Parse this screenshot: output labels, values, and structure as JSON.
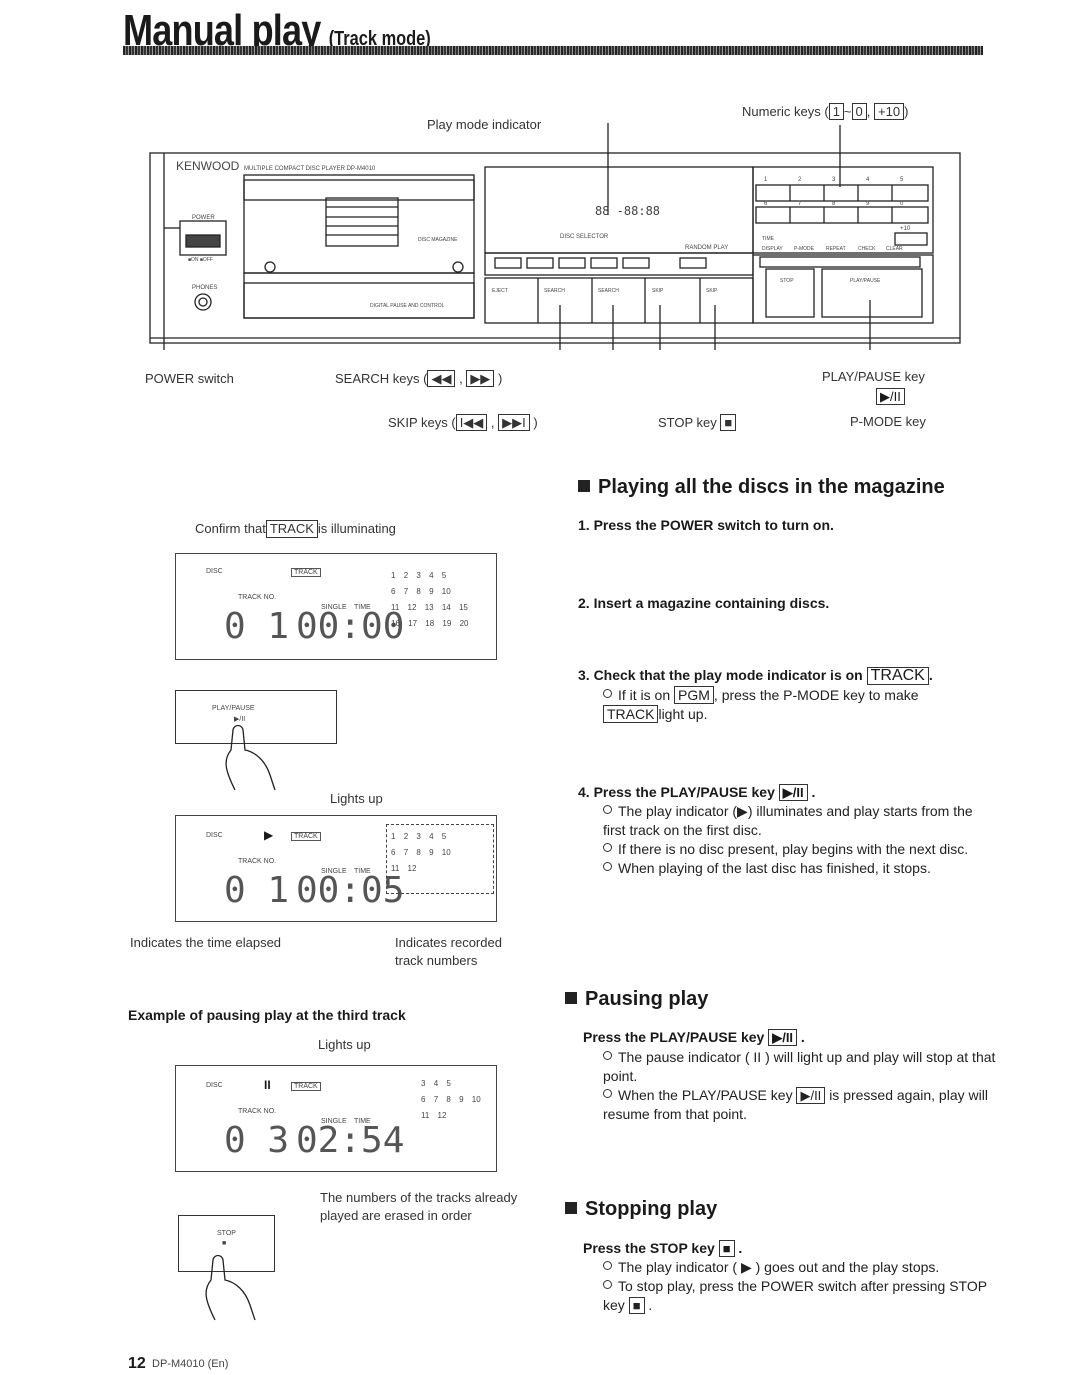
{
  "page": {
    "title": "Manual play",
    "subtitle": "(Track mode)",
    "footer_page": "12",
    "footer_model": "DP-M4010 (En)"
  },
  "device": {
    "brand": "KENWOOD",
    "model_text": "MULTIPLE COMPACT DISC PLAYER DP-M4010",
    "power": "POWER",
    "power_sub": "■ON ■OFF",
    "phones": "PHONES",
    "disc_magazine": "DISC MAGAZINE",
    "digital_pause": "DIGITAL PAUSE AND CONTROL",
    "disc_selector": "DISC SELECTOR",
    "random_play": "RANDOM PLAY",
    "transport_labels": [
      "EJECT",
      "SEARCH",
      "SEARCH",
      "SKIP",
      "SKIP"
    ],
    "right_labels": [
      "TIME",
      "DISPLAY",
      "P-MODE",
      "REPEAT",
      "CHECK",
      "CLEAR"
    ],
    "stop": "STOP",
    "play_pause": "PLAY/PAUSE",
    "numeric_row1": [
      "1",
      "2",
      "3",
      "4",
      "5"
    ],
    "numeric_row2": [
      "6",
      "7",
      "8",
      "9",
      "0"
    ],
    "plus10": "+10",
    "lcd_digits": "88 -88:88"
  },
  "callouts": {
    "play_mode_indicator": "Play mode indicator",
    "numeric_keys": "Numeric keys (",
    "numeric_keys_1": "1",
    "numeric_keys_tilde": "~",
    "numeric_keys_0": "0",
    "numeric_keys_comma": ",",
    "numeric_keys_plus10": "+10",
    "numeric_keys_close": ")",
    "power_switch": "POWER switch",
    "search_keys": "SEARCH keys (",
    "search_keys_end": ")",
    "skip_keys": "SKIP keys (",
    "skip_keys_end": ")",
    "play_pause_key": "PLAY/PAUSE key",
    "play_pause_symbol": "▶/II",
    "stop_key": "STOP key",
    "pmode_key": "P-MODE key"
  },
  "display1": {
    "confirm_text_a": "Confirm that",
    "confirm_track": "TRACK",
    "confirm_text_b": "is illuminating",
    "disc_label": "DISC",
    "track_label": "TRACK NO.",
    "single_label": "SINGLE",
    "time_label": "TIME",
    "track_indicator": "TRACK",
    "big_disc": "0 1",
    "big_time": "00:00",
    "nums": [
      "1",
      "2",
      "3",
      "4",
      "5",
      "6",
      "7",
      "8",
      "9",
      "10",
      "11",
      "12",
      "13",
      "14",
      "15",
      "16",
      "17",
      "18",
      "19",
      "20"
    ]
  },
  "display2": {
    "lights_up": "Lights up",
    "big_disc": "0 1",
    "big_time": "00:05",
    "nums": [
      "1",
      "2",
      "3",
      "4",
      "5",
      "6",
      "7",
      "8",
      "9",
      "10",
      "11",
      "12"
    ],
    "elapsed": "Indicates the time elapsed",
    "recorded": "Indicates recorded",
    "recorded2": "track numbers"
  },
  "example": {
    "heading": "Example of pausing play at the third track",
    "lights_up": "Lights up",
    "big_disc": "0 3",
    "big_time": "02:54",
    "nums": [
      "3",
      "4",
      "5",
      "6",
      "7",
      "8",
      "9",
      "10",
      "11",
      "12"
    ],
    "erased1": "The numbers of the tracks already",
    "erased2": "played are erased in order"
  },
  "buttons": {
    "play_pause_label": "PLAY/PAUSE",
    "play_pause_sym": "▶/II",
    "stop_label": "STOP",
    "stop_sym": "■"
  },
  "sections": {
    "playing_all": "Playing all the discs in the magazine",
    "step1": "1. Press the POWER switch to turn on.",
    "step2": "2. Insert a magazine containing discs.",
    "step3": "3. Check that the play mode indicator is on",
    "step3_track": "TRACK",
    "step3_b1a": "If it is on",
    "step3_pgm": "PGM",
    "step3_b1b": ", press the P-MODE key to make",
    "step3_b1c_track": "TRACK",
    "step3_b1c": "light up.",
    "step4": "4. Press the PLAY/PAUSE key",
    "step4_b1": "The play indicator (▶) illuminates and play starts from the first track on the first disc.",
    "step4_b2": "If there is no disc present, play begins with the next disc.",
    "step4_b3": "When playing of the last disc has finished, it stops.",
    "pausing": "Pausing play",
    "pause_step": "Press the PLAY/PAUSE key",
    "pause_b1": "The pause indicator ( II ) will light up and play will stop at that point.",
    "pause_b2a": "When the PLAY/PAUSE key",
    "pause_b2b": "is pressed again, play will resume from that point.",
    "stopping": "Stopping play",
    "stop_step": "Press the STOP key",
    "stop_b1": "The play indicator ( ▶ ) goes out and the play stops.",
    "stop_b2": "To stop play, press the POWER switch after pressing STOP key",
    "stop_sym": "■"
  }
}
